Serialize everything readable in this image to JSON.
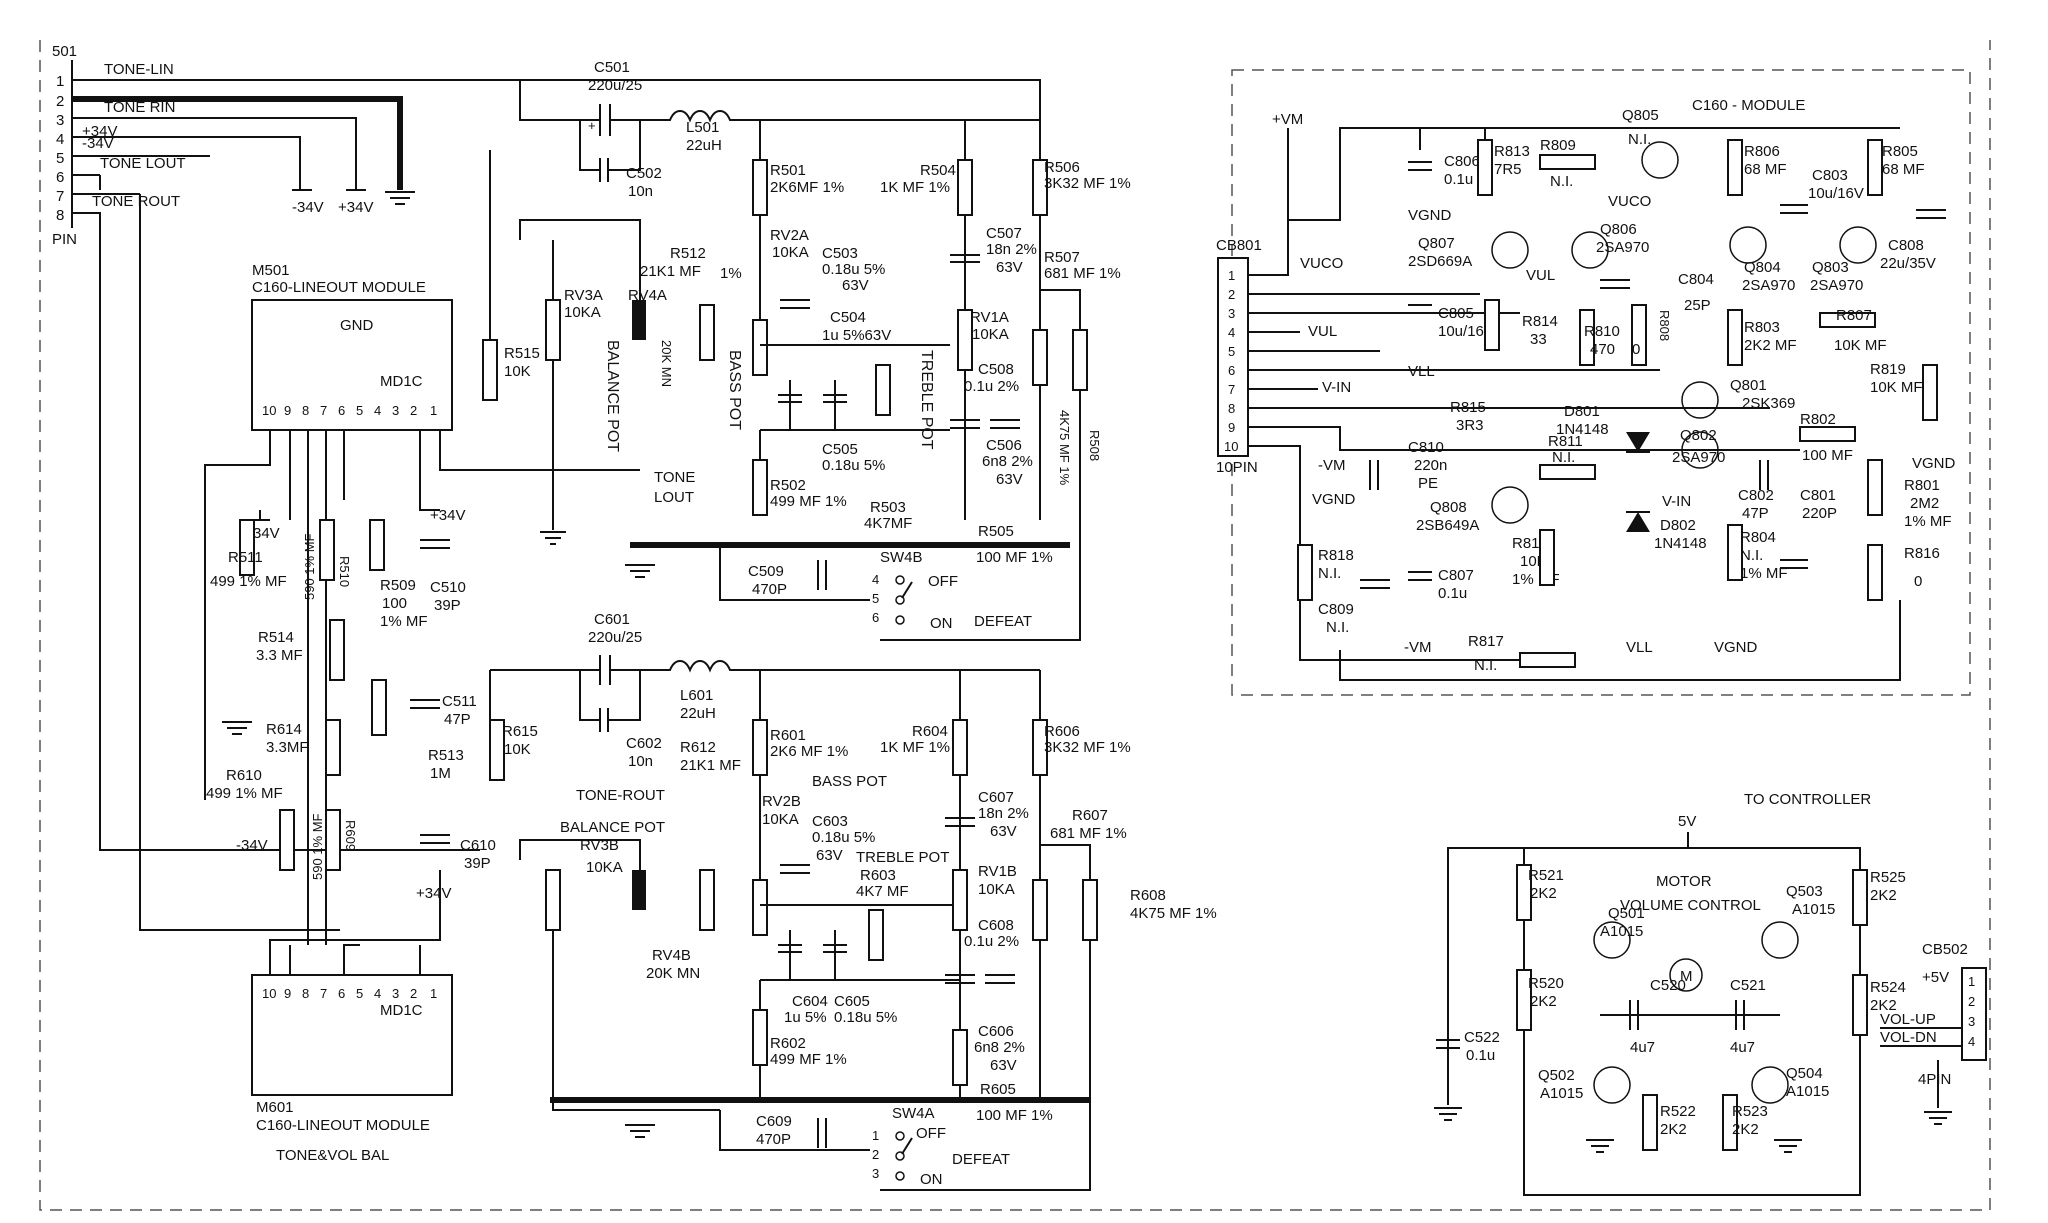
{
  "connector_501": {
    "title": "501",
    "pins": [
      "1",
      "2",
      "3",
      "4",
      "5",
      "6",
      "7",
      "8"
    ],
    "nets": [
      "TONE-LIN",
      "TONE RIN",
      "+34V",
      "-34V",
      "TONE LOUT",
      "TONE ROUT"
    ],
    "suffix": "PIN",
    "rails": [
      "-34V",
      "+34V"
    ]
  },
  "modules": {
    "m501": {
      "ref": "M501",
      "name": "C160-LINEOUT MODULE",
      "gnd": "GND",
      "md": "MD1C",
      "pins": [
        "10",
        "9",
        "8",
        "7",
        "6",
        "5",
        "4",
        "3",
        "2",
        "1"
      ]
    },
    "m601": {
      "ref": "M601",
      "name": "C160-LINEOUT MODULE",
      "sub": "TONE&VOL BAL",
      "md": "MD1C",
      "pins": [
        "10",
        "9",
        "8",
        "7",
        "6",
        "5",
        "4",
        "3",
        "2",
        "1"
      ]
    }
  },
  "upper_channel": {
    "C501": [
      "C501",
      "220u/25"
    ],
    "L501": [
      "L501",
      "22uH"
    ],
    "C502": [
      "C502",
      "10n"
    ],
    "R501": [
      "R501",
      "2K6MF 1%"
    ],
    "RV2A": [
      "RV2A",
      "10KA"
    ],
    "C503": [
      "C503",
      "0.18u 5%",
      "63V"
    ],
    "C504": [
      "C504",
      "1u 5%63V"
    ],
    "C505": [
      "C505",
      "0.18u 5%"
    ],
    "R502": [
      "R502",
      "499 MF 1%"
    ],
    "R503": [
      "R503",
      "4K7MF"
    ],
    "R504": [
      "R504",
      "1K MF 1%"
    ],
    "C507": [
      "C507",
      "18n 2%",
      "63V"
    ],
    "RV1A": [
      "RV1A",
      "10KA"
    ],
    "C508": [
      "C508",
      "0.1u 2%"
    ],
    "C506": [
      "C506",
      "6n8 2%",
      "63V"
    ],
    "R505": [
      "R505",
      "100 MF 1%"
    ],
    "R506": [
      "R506",
      "3K32 MF 1%"
    ],
    "R507": [
      "R507",
      "681 MF 1%"
    ],
    "R508": [
      "R508",
      "4K75 MF 1%"
    ],
    "R512": [
      "R512",
      "21K1 MF",
      "1%"
    ],
    "RV3A": [
      "RV3A",
      "10KA"
    ],
    "RV4A": [
      "RV4A",
      "20K MN"
    ],
    "R515": [
      "R515",
      "10K"
    ],
    "C509": [
      "C509",
      "470P"
    ],
    "SW4B": [
      "SW4B",
      "OFF",
      "ON",
      "DEFEAT"
    ],
    "sw_pins": [
      "4",
      "5",
      "6"
    ],
    "pot_labels": [
      "BASS POT",
      "TREBLE POT",
      "BALANCE POT",
      "TONE",
      "LOUT"
    ]
  },
  "middle": {
    "R511": [
      "R511",
      "499 1% MF"
    ],
    "R510": [
      "R510",
      "590 1% MF"
    ],
    "R509": [
      "R509",
      "100",
      "1% MF"
    ],
    "C510": [
      "C510",
      "39P"
    ],
    "R514": [
      "R514",
      "3.3 MF"
    ],
    "C511": [
      "C511",
      "47P"
    ],
    "R513": [
      "R513",
      "1M"
    ],
    "R614": [
      "R614",
      "3.3MF"
    ],
    "R610": [
      "R610",
      "499 1% MF"
    ],
    "R609": [
      "R609",
      "590 1% MF"
    ],
    "C610": [
      "C610",
      "39P"
    ],
    "R615": [
      "R615",
      "10K"
    ],
    "rails": [
      "-34V",
      "+34V",
      "-34V",
      "+34V"
    ]
  },
  "lower_channel": {
    "C601": [
      "C601",
      "220u/25"
    ],
    "L601": [
      "L601",
      "22uH"
    ],
    "C602": [
      "C602",
      "10n"
    ],
    "R601": [
      "R601",
      "2K6 MF 1%"
    ],
    "R612": [
      "R612",
      "21K1 MF"
    ],
    "RV2B": [
      "RV2B",
      "10KA"
    ],
    "C603": [
      "C603",
      "0.18u 5%",
      "63V"
    ],
    "R603": [
      "R603",
      "4K7 MF"
    ],
    "C604": [
      "C604",
      "1u 5%"
    ],
    "C605": [
      "C605",
      "0.18u  5%"
    ],
    "R602": [
      "R602",
      "499 MF 1%"
    ],
    "R604": [
      "R604",
      "1K MF 1%"
    ],
    "C607": [
      "C607",
      "18n 2%",
      "63V"
    ],
    "RV1B": [
      "RV1B",
      "10KA"
    ],
    "C608": [
      "C608",
      "0.1u 2%"
    ],
    "C606": [
      "C606",
      "6n8 2%",
      "63V"
    ],
    "R605": [
      "R605",
      "100 MF 1%"
    ],
    "R606": [
      "R606",
      "3K32 MF 1%"
    ],
    "R607": [
      "R607",
      "681 MF 1%"
    ],
    "R608": [
      "R608",
      "4K75 MF 1%"
    ],
    "RV3B": [
      "RV3B",
      "10KA"
    ],
    "RV4B": [
      "RV4B",
      "20K MN"
    ],
    "C609": [
      "C609",
      "470P"
    ],
    "SW4A": [
      "SW4A",
      "OFF",
      "ON",
      "DEFEAT"
    ],
    "sw_pins": [
      "1",
      "2",
      "3"
    ],
    "labels": [
      "TONE-ROUT",
      "BALANCE POT",
      "BASS POT",
      "TREBLE POT"
    ]
  },
  "c160_module": {
    "title": "C160 - MODULE",
    "rails": [
      "+VM",
      "-VM",
      "VGND",
      "VUCO",
      "VUL",
      "VLL",
      "V-IN"
    ],
    "CB801": {
      "ref": "CB801",
      "pins": [
        "1",
        "2",
        "3",
        "4",
        "5",
        "6",
        "7",
        "8",
        "9",
        "10"
      ],
      "suffix": "10PIN"
    },
    "R813": [
      "R813",
      "7R5"
    ],
    "R809": [
      "R809",
      "N.I."
    ],
    "Q805": [
      "Q805",
      "N.I."
    ],
    "C806": [
      "C806",
      "0.1u"
    ],
    "Q807": [
      "Q807",
      "2SD669A"
    ],
    "Q806": [
      "Q806",
      "2SA970"
    ],
    "R806": [
      "R806",
      "68 MF"
    ],
    "C803": [
      "C803",
      "10u/16V"
    ],
    "R805": [
      "R805",
      "68 MF"
    ],
    "C804": [
      "C804",
      "25P"
    ],
    "Q804": [
      "Q804",
      "2SA970"
    ],
    "Q803": [
      "Q803",
      "2SA970"
    ],
    "C808": [
      "C808",
      "22u/35V"
    ],
    "C805": [
      "C805",
      "10u/16V"
    ],
    "R814": [
      "R814",
      "33"
    ],
    "R810": [
      "R810",
      "470"
    ],
    "R808": [
      "R808",
      "0"
    ],
    "R803": [
      "R803",
      "2K2 MF"
    ],
    "R807": [
      "R807",
      "10K MF"
    ],
    "R819": [
      "R819",
      "10K MF"
    ],
    "R815": [
      "R815",
      "3R3"
    ],
    "D801": [
      "D801",
      "1N4148"
    ],
    "Q801": [
      "Q801",
      "2SK369"
    ],
    "R811": [
      "R811",
      "N.I."
    ],
    "Q802": [
      "Q802",
      "2SA970"
    ],
    "R802": [
      "R802",
      "100 MF"
    ],
    "C810": [
      "C810",
      "220n",
      "PE"
    ],
    "C802": [
      "C802",
      "47P"
    ],
    "C801": [
      "C801",
      "220P"
    ],
    "R801": [
      "R801",
      "2M2",
      "1% MF"
    ],
    "Q808": [
      "Q808",
      "2SB649A"
    ],
    "R812": [
      "R812",
      "10K",
      "1% MF"
    ],
    "D802": [
      "D802",
      "1N4148"
    ],
    "R804": [
      "R804",
      "N.I."
    ],
    "R804b": "1% MF",
    "R816": [
      "R816",
      "0"
    ],
    "R818": [
      "R818",
      "N.I."
    ],
    "C809": [
      "C809",
      "N.I."
    ],
    "C807": [
      "C807",
      "0.1u"
    ],
    "R817": [
      "R817",
      "N.I."
    ]
  },
  "controller": {
    "title": "TO CONTROLLER",
    "supply": "5V",
    "motor_text": [
      "MOTOR",
      "VOLUME CONTROL"
    ],
    "motor_symbol": "M",
    "R521": [
      "R521",
      "2K2"
    ],
    "R520": [
      "R520",
      "2K2"
    ],
    "Q501": [
      "Q501",
      "A1015"
    ],
    "C520": [
      "C520",
      "4u7"
    ],
    "C521": [
      "C521",
      "4u7"
    ],
    "Q503": [
      "Q503",
      "A1015"
    ],
    "R525": [
      "R525",
      "2K2"
    ],
    "R524": [
      "R524",
      "2K2"
    ],
    "C522": [
      "C522",
      "0.1u"
    ],
    "Q502": [
      "Q502",
      "A1015"
    ],
    "R522": [
      "R522",
      "2K2"
    ],
    "R523": [
      "R523",
      "2K2"
    ],
    "Q504": [
      "Q504",
      "A1015"
    ],
    "CB502": {
      "ref": "CB502",
      "pins": [
        "1",
        "2",
        "3",
        "4"
      ],
      "signals": [
        "+5V",
        "VOL-UP",
        "VOL-DN"
      ],
      "suffix": "4PIN"
    }
  }
}
